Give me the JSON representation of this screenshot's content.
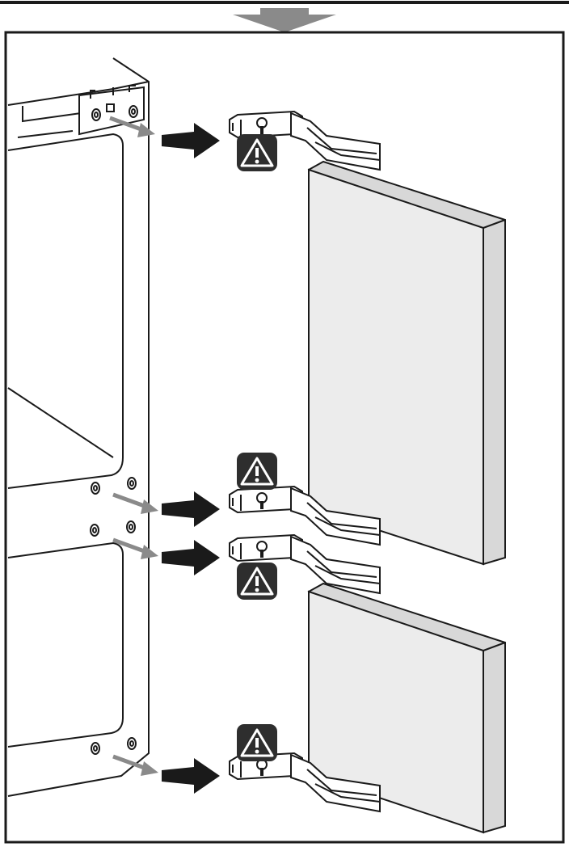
{
  "colors": {
    "line": "#1a1a1a",
    "door_front": "#ececec",
    "door_edge": "#d8d8d8",
    "pointer_arrow": "#7f7f7f",
    "warning_badge": "#2e2e2e",
    "warning_symbol": "#ffffff"
  },
  "icons": {
    "step_indicator": "down-arrow-icon",
    "warning": "warning-triangle-icon",
    "direction": "arrow-right-icon"
  },
  "hinges": [
    {
      "id": "upper-door-top",
      "warning": "below"
    },
    {
      "id": "upper-door-bottom",
      "warning": "above"
    },
    {
      "id": "lower-door-top",
      "warning": "below"
    },
    {
      "id": "lower-door-bottom",
      "warning": "above"
    }
  ]
}
